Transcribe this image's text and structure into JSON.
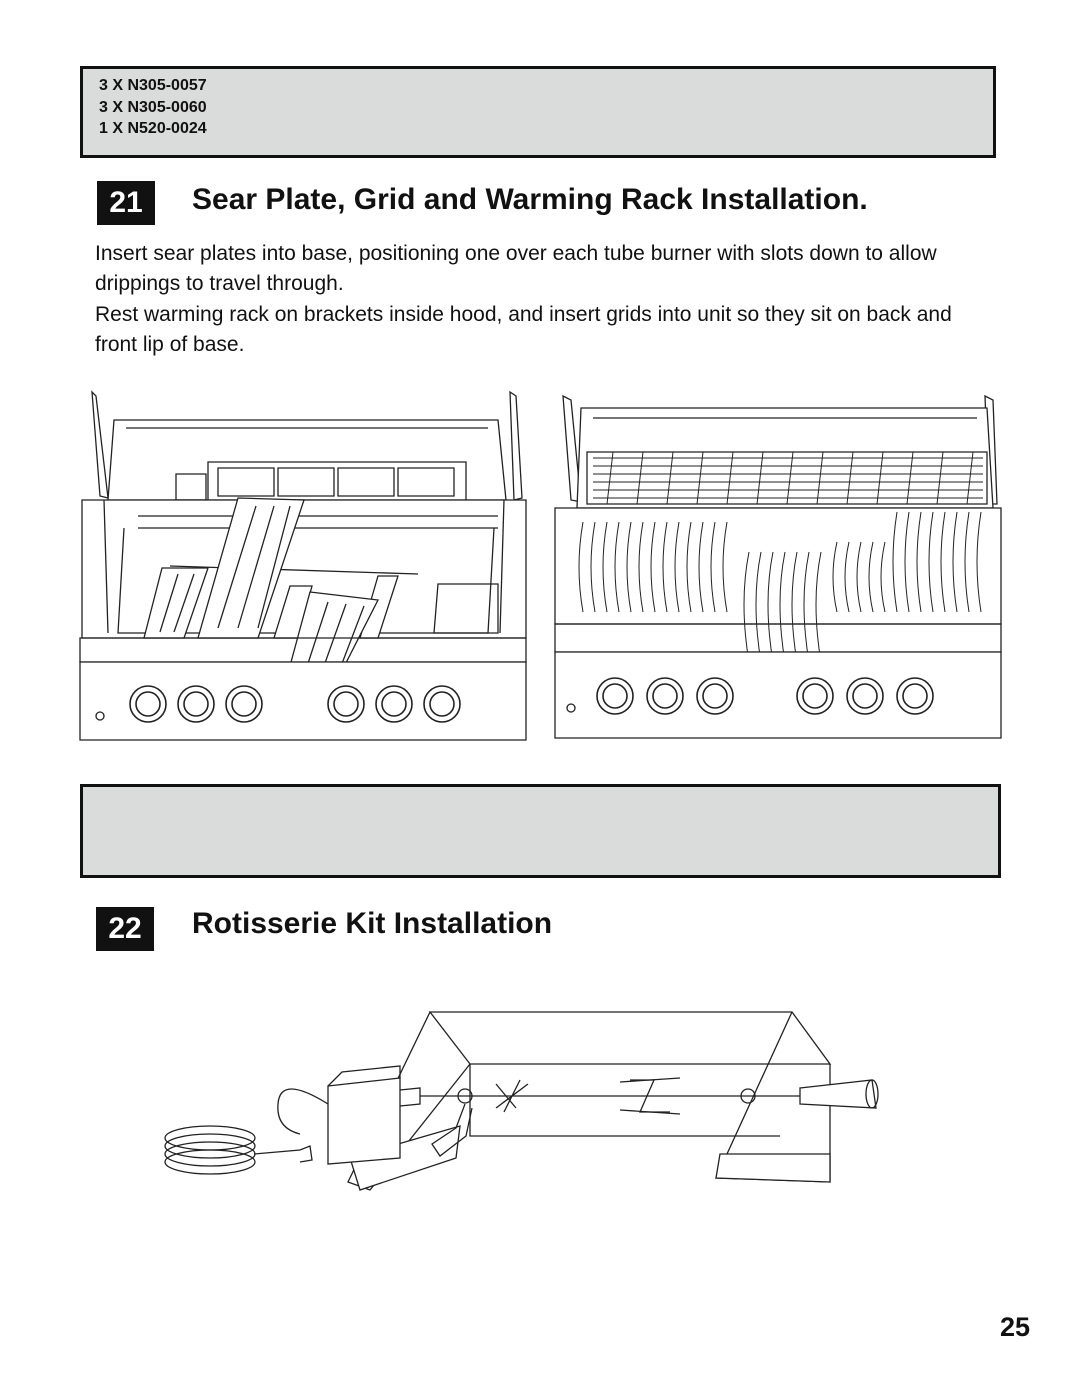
{
  "parts": [
    "3 X N305-0057",
    "3 X N305-0060",
    "1 X N520-0024"
  ],
  "step21": {
    "number": "21",
    "title": "Sear Plate, Grid and Warming Rack Installation.",
    "paragraph1": "Insert sear plates into base, positioning one over each tube burner with slots down to allow drippings to travel through.",
    "paragraph2": "Rest warming rack on brackets inside hood, and insert grids into unit so they sit on back and front lip of base."
  },
  "step22": {
    "number": "22",
    "title": "Rotisserie Kit Installation"
  },
  "page_number": "25"
}
